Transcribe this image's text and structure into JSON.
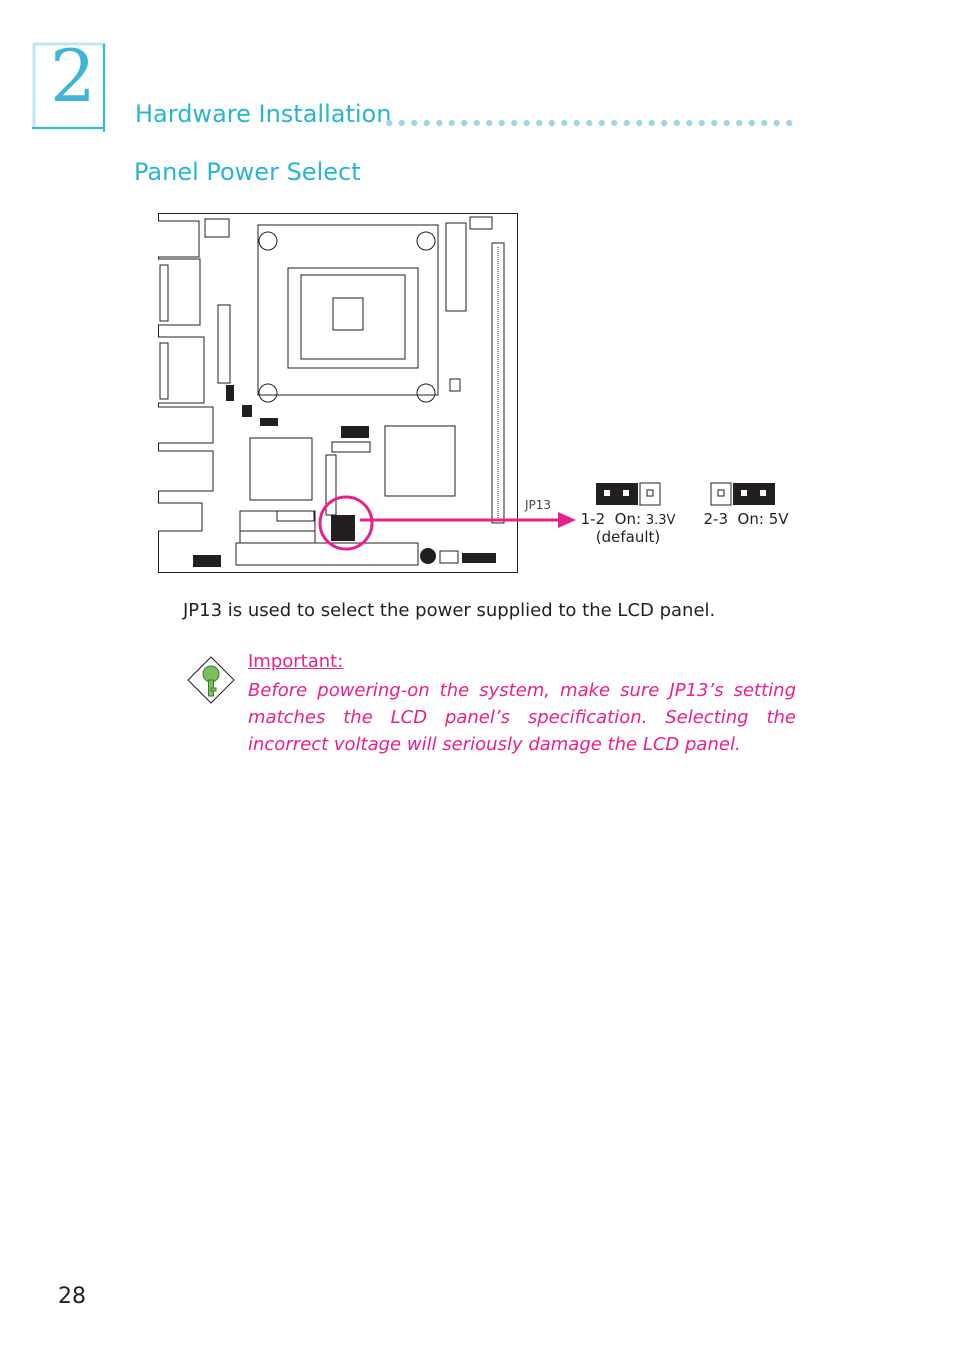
{
  "chapter": {
    "number": "2",
    "title": "Hardware Installation"
  },
  "section": {
    "title": "Panel Power Select"
  },
  "diagram": {
    "connector_label": "JP13",
    "settings": [
      {
        "pins": "1-2",
        "state": "On:",
        "value": "3.3V",
        "note": "(default)"
      },
      {
        "pins": "2-3",
        "state": "On:",
        "value": "5V"
      }
    ],
    "highlight_color": "#ea1f8a"
  },
  "body": {
    "text": "JP13 is used to select the power supplied to the LCD panel."
  },
  "important": {
    "title": "Important:",
    "text": "Before powering-on the system, make sure JP13’s setting matches the LCD panel’s specification. Selecting the incorrect voltage will seriously damage the LCD panel."
  },
  "page": {
    "number": "28"
  },
  "colors": {
    "accent": "#2ab4d0",
    "warning": "#ea1f8a",
    "text": "#231f20"
  }
}
